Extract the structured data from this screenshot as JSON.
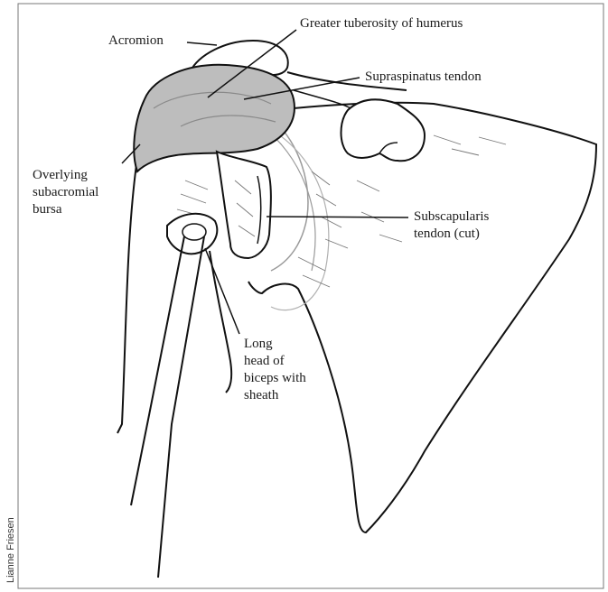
{
  "labels": {
    "acromion": "Acromion",
    "greater_tuberosity": "Greater tuberosity of humerus",
    "supraspinatus": "Supraspinatus tendon",
    "bursa": "Overlying\nsubacromial\nbursa",
    "subscapularis": "Subscapularis\ntendon (cut)",
    "biceps": "Long\nhead of\nbiceps with\nsheath"
  },
  "credit": "Lianne Friesen",
  "colors": {
    "line": "#111111",
    "bursa_fill": "#bdbdbd",
    "faint": "#9a9a9a",
    "background": "#ffffff"
  }
}
